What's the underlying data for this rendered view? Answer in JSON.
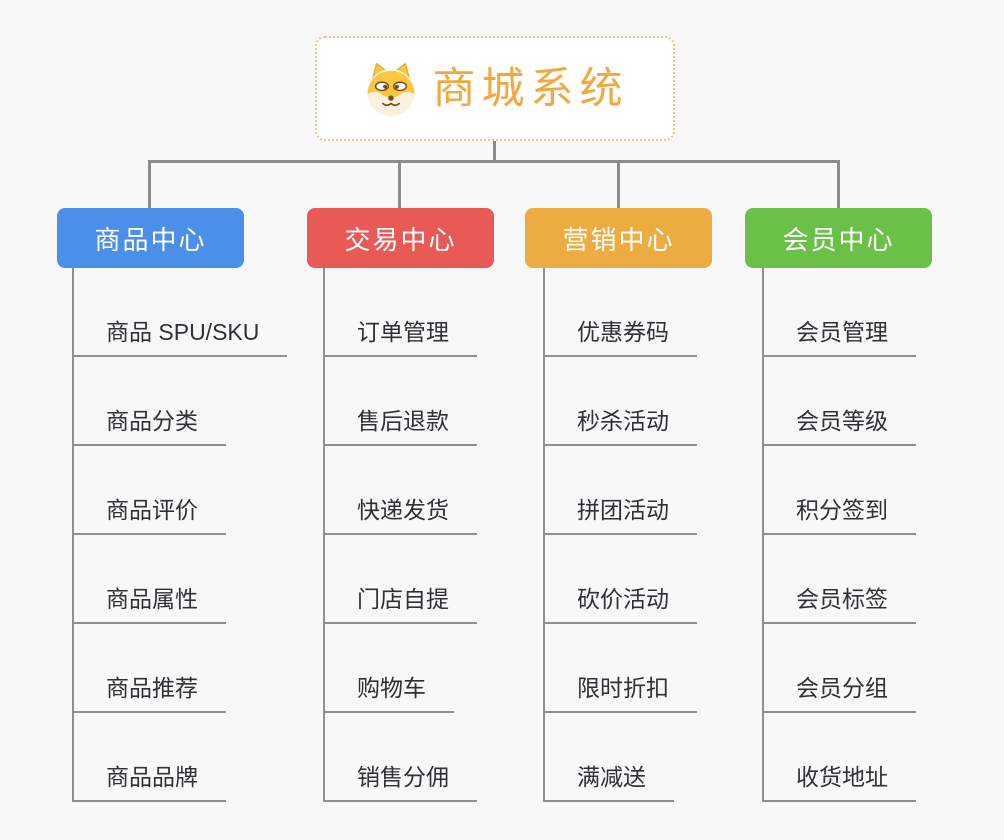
{
  "app": {
    "background_color": "#f8f8f8",
    "connector_color": "#8c8c8c"
  },
  "root": {
    "title": "商城系统",
    "icon": "shiba-dog-face-icon",
    "title_color": "#F1A83E",
    "border_color": "#F2C27E"
  },
  "branches": [
    {
      "label": "商品中心",
      "color": "#4A8FE9",
      "items": [
        "商品 SPU/SKU",
        "商品分类",
        "商品评价",
        "商品属性",
        "商品推荐",
        "商品品牌"
      ]
    },
    {
      "label": "交易中心",
      "color": "#E95A56",
      "items": [
        "订单管理",
        "售后退款",
        "快递发货",
        "门店自提",
        "购物车",
        "销售分佣"
      ]
    },
    {
      "label": "营销中心",
      "color": "#ECAC40",
      "items": [
        "优惠券码",
        "秒杀活动",
        "拼团活动",
        "砍价活动",
        "限时折扣",
        "满减送"
      ]
    },
    {
      "label": "会员中心",
      "color": "#6BC047",
      "items": [
        "会员管理",
        "会员等级",
        "积分签到",
        "会员标签",
        "会员分组",
        "收货地址"
      ]
    }
  ]
}
